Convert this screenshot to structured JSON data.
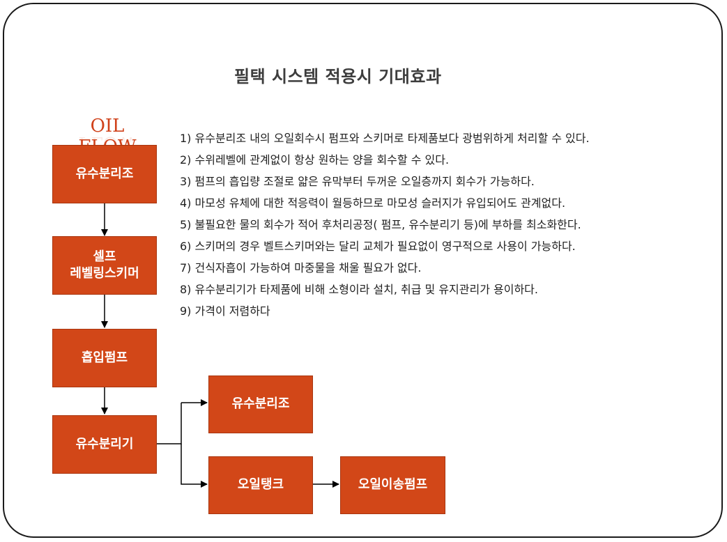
{
  "title": "필택 시스템 적용시 기대효과",
  "oil_flow_label": "OIL FLOW",
  "benefits": [
    {
      "num": "1)",
      "text": "유수분리조 내의 오일회수시 펌프와 스키머로 타제품보다 광범위하게 처리할 수 있다."
    },
    {
      "num": "2)",
      "text": "수위레벨에 관계없이 항상 원하는 양을 회수할 수 있다."
    },
    {
      "num": "3)",
      "text": "펌프의 흡입량 조절로 얇은 유막부터 두꺼운 오일층까지 회수가 가능하다."
    },
    {
      "num": "4)",
      "text": "마모성 유체에 대한 적응력이 월등하므로 마모성 슬러지가 유입되어도 관계없다."
    },
    {
      "num": "5)",
      "text": "불필요한 물의 회수가 적어 후처리공정( 펌프, 유수분리기 등)에 부하를 최소화한다."
    },
    {
      "num": "6)",
      "text": "스키머의 경우 벨트스키머와는 달리 교체가 필요없이 영구적으로 사용이 가능하다."
    },
    {
      "num": "7)",
      "text": "건식자흡이 가능하여 마중물을 채울 필요가 없다."
    },
    {
      "num": "8)",
      "text": "유수분리기가 타제품에 비해 소형이라 설치, 취급 및 유지관리가 용이하다."
    },
    {
      "num": "9)",
      "text": "가격이 저렴하다"
    }
  ],
  "flow": {
    "box1": "유수분리조",
    "box2_line1": "셀프",
    "box2_line2": "레벨링스키머",
    "box3": "흡입펌프",
    "box4": "유수분리기",
    "box5": "유수분리조",
    "box6": "오일탱크",
    "box7": "오일이송펌프"
  },
  "colors": {
    "box_fill": "#d24718",
    "accent_text": "#d0421b",
    "title_text": "#3d3d3d"
  }
}
